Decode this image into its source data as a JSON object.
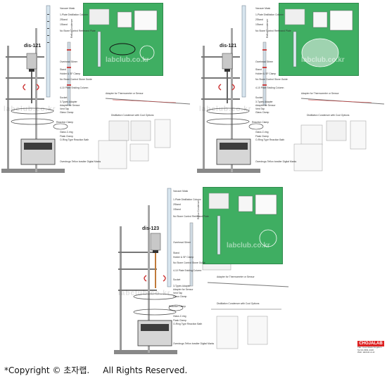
{
  "panels": [
    {
      "model": "dis-121",
      "watermark": "labclub.co.kr",
      "labels_left": [
        "Vacuum Mask",
        "1-Plate Distillation Column",
        "2Stand",
        "1Stand",
        "No Stone Control Rerferand Plate",
        "Overhead Stirrer",
        "Stand",
        "Holder & SF Clamp",
        "No Stone Control Stone Guide",
        "4-10 Plate Sniding Column",
        "Socket",
        "3-Types Adapter",
        "Adapter for Sensor",
        "Vent Tap",
        "Glass Clamp",
        "Reaction Clamp",
        "Glass Z-ring",
        "Flask Clamp",
        "O-Ring Type Reaction Bath",
        "Overdrugs Teflon bowlter Digital Marks"
      ],
      "labels_right": [
        "Adapter for Thermometer or Sensor",
        "Distillation Condenser with Cool Options"
      ],
      "side_label": "Reflux Condenser"
    },
    {
      "model": "dis-121",
      "watermark": "labclub.co.kr",
      "labels_left": [
        "Vacuum Mask",
        "1-Plate Distillation Column",
        "2Stand",
        "1Stand",
        "No Stone Control Rerferand Plate",
        "Overhead Stirrer",
        "Stand",
        "Holder & SF Clamp",
        "No Stone Control Stone Guide",
        "4-10 Plate Sniding Column",
        "Socket",
        "3-Types Adapter",
        "Adapter for Sensor",
        "Vent Tap",
        "Glass Clamp",
        "Reaction Clamp",
        "Glass Z-ring",
        "Flask Clamp",
        "O-Ring Type Reaction Bath",
        "Overdrugs Teflon bowlter Digital Marks"
      ],
      "labels_right": [
        "Adapter for Thermometer or Sensor",
        "Distillation Condenser with Cool Options"
      ],
      "side_label": "Reflux Condenser"
    },
    {
      "model": "dis-123",
      "watermark": "labclub.co.kr",
      "labels_left": [
        "Vacuum Mask",
        "1-Plate Distillation Column",
        "2Stand",
        "1Stand",
        "No Stone Control Rerferand Plate",
        "Overhead Stirrer",
        "Stand",
        "Holder & SF Clamp",
        "No Stone Control Stone Guide",
        "4-10 Plate Sniding Column",
        "Socket",
        "3-Types Adapter",
        "Adapter for Sensor",
        "Vent Tap",
        "Glass Clamp",
        "Reaction Clamp",
        "Glass Z-ring",
        "Flask Clamp",
        "O-Ring Type Reaction Bath",
        "Overdrugs Teflon bowlter Digital Marks"
      ],
      "labels_right": [
        "Adapter for Thermometer or Sensor",
        "Distillation Condenser with Cool Options"
      ],
      "side_label": "Reflux Condenser"
    }
  ],
  "logo": {
    "brand": "CHOJALAB",
    "lines": [
      "TEL: Cool Glass Kingdom",
      "Tel 02-3391-1116",
      "Web: labclub.co.kr"
    ]
  },
  "footer": "*Copyright © 초자랩.     All Rights Reserved.",
  "colors": {
    "accent_green": "#3fae62",
    "logo_red": "#d22222"
  }
}
